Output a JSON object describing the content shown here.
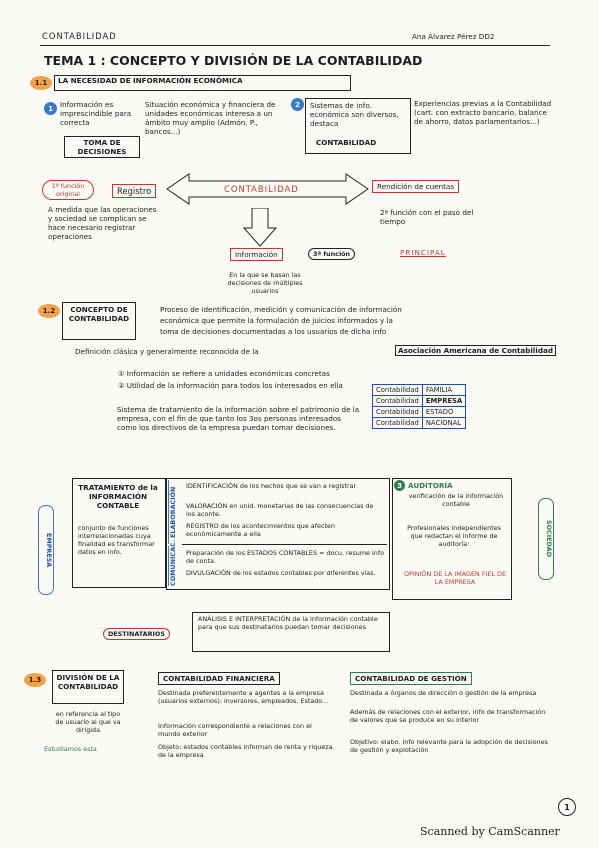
{
  "header": {
    "subject": "CONTABILIDAD",
    "author": "Ana Álvarez Pérez DD2",
    "title": "TEMA 1 : CONCEPTO Y DIVISIÓN DE LA CONTABILIDAD"
  },
  "s11": {
    "num": "1.1",
    "title": "LA NECESIDAD DE INFORMACIÓN ECONÓMICA",
    "c1num": "1",
    "c1": "Información es imprescindible para correcta",
    "c1b": "TOMA DE DECISIONES",
    "c1r": "Situación económica y financiera de unidades económicas interesa a un ámbito muy amplio (Admón. P., bancos...)",
    "c2num": "2",
    "c2": "Sistemas de info. económica son diversos, destaca",
    "c2b": "CONTABILIDAD",
    "c2r": "Experiencias previas a la Contabilidad (cart. con extracto bancario, balance de ahorro, datos parlamentarios...)",
    "func1": "1ª función original",
    "registro": "Registro",
    "center": "CONTABILIDAD",
    "rendicion": "Rendición de cuentas",
    "func2": "2ª función con el paso del tiempo",
    "medida": "A medida que las operaciones y sociedad se complican se hace necesario registrar operaciones",
    "informacion": "Información",
    "func3": "3ª función",
    "principal": "PRINCIPAL",
    "basen": "En la que se basan las decisiones de múltiples usuarios"
  },
  "s12": {
    "num": "1.2",
    "title": "CONCEPTO DE CONTABILIDAD",
    "def_a": "Proceso de identificación, medición y comunicación de información",
    "def_b": "económica que permite la formulación de juicios informados y la",
    "def_c": "toma de decisiones documentadas a los usuarios de dicha info",
    "classic": "Definición clásica y generalmente reconocida de la",
    "aaa": "Asociación Americana de Contabilidad",
    "p1": "① Información se refiere a unidades económicas concretas",
    "p2": "② Utilidad de la información para todos los interesados en ella",
    "sistema": "Sistema de tratamiento de la información sobre el patrimonio de la empresa, con el fin de que tanto los 3os personas interesados como los directivos de la empresa puedan tomar decisiones.",
    "familia": [
      {
        "l": "Contabilidad",
        "r": "FAMILIA"
      },
      {
        "l": "Contabilidad",
        "r": "EMPRESA"
      },
      {
        "l": "Contabilidad",
        "r": "ESTADO"
      },
      {
        "l": "Contabilidad",
        "r": "NACIONAL"
      }
    ],
    "empresa": "EMPRESA",
    "trat_title": "TRATAMIENTO de la INFORMACIÓN CONTABLE",
    "trat_body": "conjunto de funciones interrelacionadas cuya finalidad es transformar datos en info.",
    "elab": "ELABORACIÓN",
    "comun": "COMUNICAC.",
    "e1": "IDENTIFICACIÓN de los hechos que se van a registrar",
    "e2": "VALORACIÓN en unid. monetarias de las consecuencias de los aconte.",
    "e3": "REGISTRO de los acontecimientos que afecten económicamente a ella",
    "c1": "Preparación de los ESTADOS CONTABLES = docu. resume info de conta.",
    "c2": "DIVULGACIÓN de los estados contables por diferentes vías.",
    "aud_num": "3",
    "aud_title": "AUDITORÍA",
    "aud_body": "verificación de la información contable",
    "aud_body2": "Profesionales independientes que redactan el informe de auditoría:",
    "aud_op": "OPINIÓN DE LA IMAGEN FIEL DE LA EMPRESA",
    "sociedad": "SOCIEDAD",
    "destinatarios": "DESTINATARIOS",
    "analisis": "ANÁLISIS E INTERPRETACIÓN de la información contable para que sus destinatarios puedan tomar decisiones"
  },
  "s13": {
    "num": "1.3",
    "title": "DIVISIÓN DE LA CONTABILIDAD",
    "ref": "en referencia al tipo de usuario al que va dirigida",
    "note": "Estudiamos esta",
    "fin_title": "CONTABILIDAD FINANCIERA",
    "f1": "Destinada preferentemente a agentes a la empresa (usuarios externos): inversores, empleados, Estado...",
    "f2": "Información correspondiente a relaciones con el mundo exterior",
    "f3": "Objeto: estados contables informan de renta y riqueza de la empresa",
    "ges_title": "CONTABILIDAD DE GESTIÓN",
    "g1": "Destinada a órganos de dirección o gestión de la empresa",
    "g2": "Además de relaciones con el exterior, info de transformación de valores que se produce en su interior",
    "g3": "Objetivo: elabo. info relevante para la adopción de decisiones de gestión y explotación"
  },
  "footer": {
    "page": "1",
    "scanner": "Scanned by CamScanner"
  },
  "colors": {
    "red": "#c0392b",
    "blue": "#1e4fa3",
    "green": "#2f7d4a",
    "orange": "#d2691e"
  }
}
